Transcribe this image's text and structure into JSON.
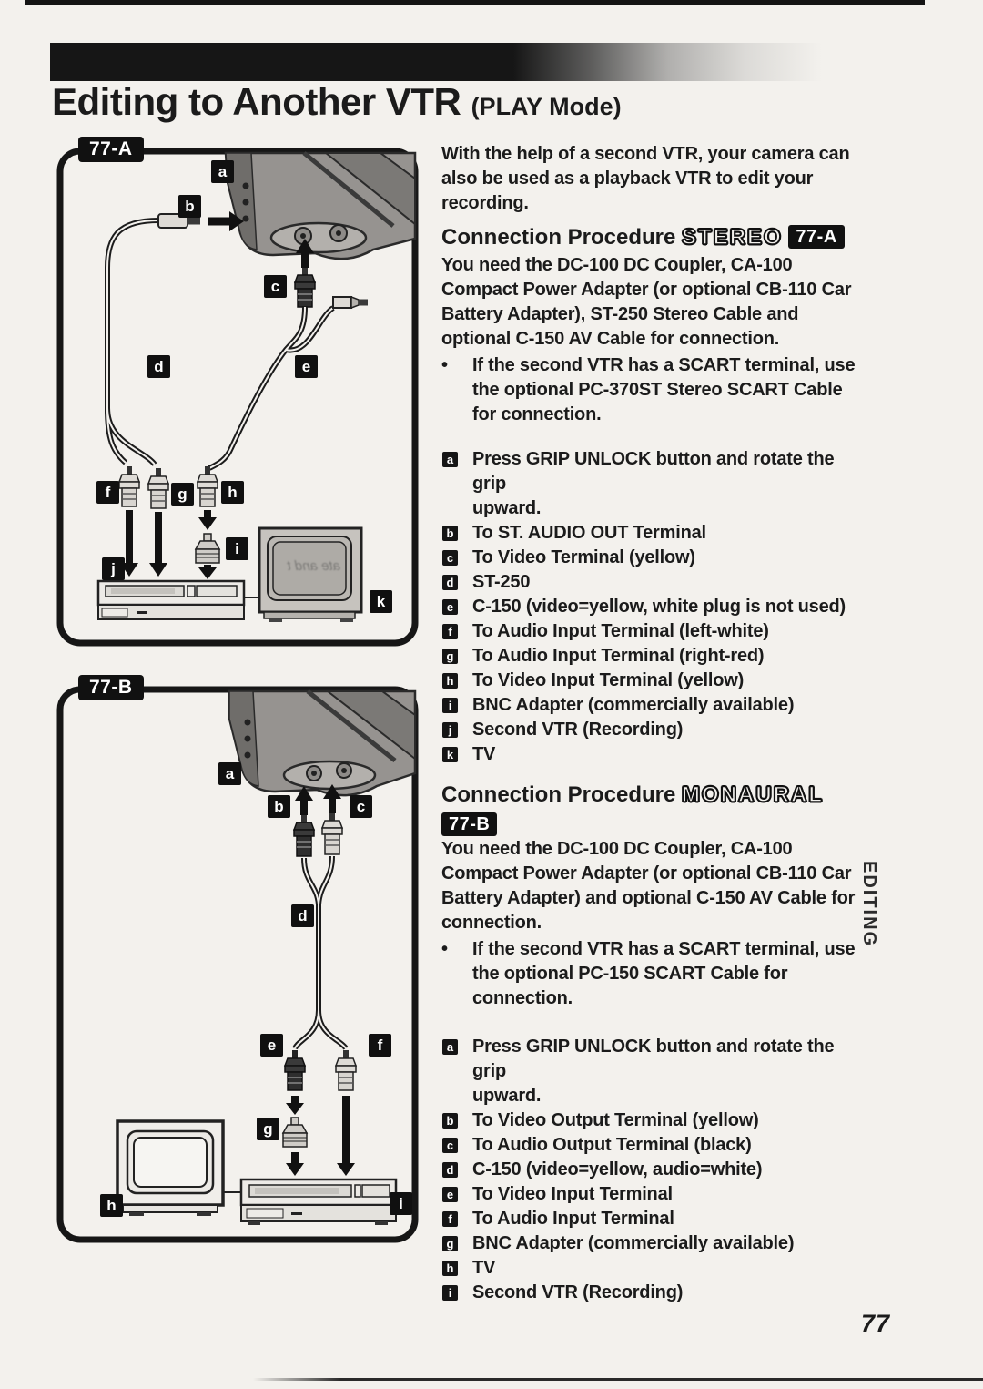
{
  "page": {
    "title": "Editing to Another VTR",
    "title_mode": "(PLAY Mode)",
    "page_number": "77",
    "side_tab": "EDITING"
  },
  "intro": {
    "text": "With the help of a second VTR, your camera can\nalso be used as a playback VTR to edit your\nrecording."
  },
  "stereo": {
    "heading": "Connection Procedure",
    "mode_word": "STEREO",
    "figure_ref": "77-A",
    "body": "You need the DC-100 DC Coupler, CA-100\nCompact Power Adapter (or optional CB-110 Car\nBattery Adapter), ST-250 Stereo Cable and\noptional C-150 AV Cable for connection.",
    "bullet": "If the second VTR has a SCART terminal, use\nthe optional PC-370ST Stereo SCART Cable\nfor connection.",
    "items": [
      {
        "key": "a",
        "text": "Press GRIP UNLOCK button and rotate the grip\nupward."
      },
      {
        "key": "b",
        "text": "To ST. AUDIO OUT Terminal"
      },
      {
        "key": "c",
        "text": "To Video Terminal (yellow)"
      },
      {
        "key": "d",
        "text": "ST-250"
      },
      {
        "key": "e",
        "text": "C-150 (video=yellow, white plug is not used)"
      },
      {
        "key": "f",
        "text": "To Audio Input Terminal (left-white)"
      },
      {
        "key": "g",
        "text": "To Audio Input Terminal (right-red)"
      },
      {
        "key": "h",
        "text": "To Video Input Terminal (yellow)"
      },
      {
        "key": "i",
        "text": "BNC Adapter (commercially available)"
      },
      {
        "key": "j",
        "text": "Second VTR (Recording)"
      },
      {
        "key": "k",
        "text": "TV"
      }
    ]
  },
  "monaural": {
    "heading": "Connection Procedure",
    "mode_word": "MONAURAL",
    "figure_ref": "77-B",
    "body": "You need the DC-100 DC Coupler, CA-100\nCompact Power Adapter (or optional CB-110 Car\nBattery Adapter) and optional C-150 AV Cable for\nconnection.",
    "bullet": "If the second VTR has a SCART terminal, use\nthe optional PC-150 SCART Cable for\nconnection.",
    "items": [
      {
        "key": "a",
        "text": "Press GRIP UNLOCK button and rotate the grip\nupward."
      },
      {
        "key": "b",
        "text": "To Video Output Terminal (yellow)"
      },
      {
        "key": "c",
        "text": "To Audio Output Terminal (black)"
      },
      {
        "key": "d",
        "text": "C-150 (video=yellow, audio=white)"
      },
      {
        "key": "e",
        "text": "To Video Input Terminal"
      },
      {
        "key": "f",
        "text": "To Audio Input Terminal"
      },
      {
        "key": "g",
        "text": "BNC Adapter (commercially available)"
      },
      {
        "key": "h",
        "text": "TV"
      },
      {
        "key": "i",
        "text": "Second VTR (Recording)"
      }
    ]
  },
  "diagram_a": {
    "figure_ref": "77-A",
    "labels": [
      "a",
      "b",
      "c",
      "d",
      "e",
      "f",
      "g",
      "h",
      "i",
      "j",
      "k"
    ],
    "ghost_text": "ate and t"
  },
  "diagram_b": {
    "figure_ref": "77-B",
    "labels": [
      "a",
      "b",
      "c",
      "d",
      "e",
      "f",
      "g",
      "h",
      "i"
    ]
  },
  "colors": {
    "paper": "#f3f1ed",
    "ink": "#1b1b1b",
    "badge_bg": "#111111",
    "badge_text": "#ffffff"
  }
}
